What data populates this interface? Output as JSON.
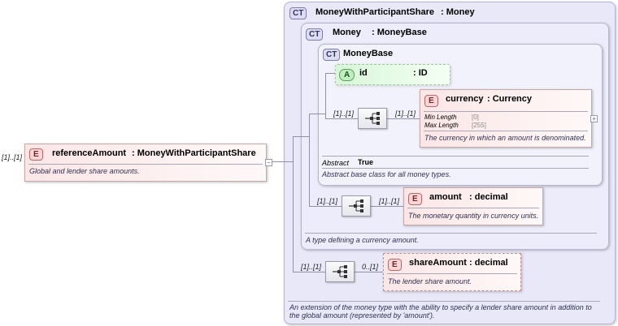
{
  "root": {
    "occurs": "[1]..[1]",
    "badge": "E",
    "name": "referenceAmount",
    "type": ": MoneyWithParticipantShare",
    "description": "Global and lender share amounts.",
    "expander": "−"
  },
  "outer": {
    "badge": "CT",
    "name": "MoneyWithParticipantShare",
    "type": ": Money",
    "description": "An extension of the money type with the ability to specify a lender share amount in addition to the global amount (represented by 'amount')."
  },
  "money": {
    "badge": "CT",
    "name": "Money",
    "type": ": MoneyBase",
    "description": "A type defining a currency amount."
  },
  "moneyBase": {
    "badge": "CT",
    "name": "MoneyBase",
    "abstract_label": "Abstract",
    "abstract_value": "True",
    "description": "Abstract base class for all money types."
  },
  "attribute_id": {
    "badge": "A",
    "name": "id",
    "type": ": ID"
  },
  "seq_moneybase": {
    "occurs": "[1]..[1]"
  },
  "currency": {
    "occurs": "[1]..[1]",
    "badge": "E",
    "name": "currency",
    "type": ": Currency",
    "facets": [
      {
        "label": "Min Length",
        "value": "[0]"
      },
      {
        "label": "Max Length",
        "value": "[255]"
      }
    ],
    "description": "The currency in which an amount is denominated.",
    "expander": "+"
  },
  "seq_money": {
    "occurs": "[1]..[1]"
  },
  "amount": {
    "occurs": "[1]..[1]",
    "badge": "E",
    "name": "amount",
    "type": ": decimal",
    "description": "The monetary quantity in currency units."
  },
  "seq_outer": {
    "occurs": "[1]..[1]"
  },
  "shareAmount": {
    "occurs": "0..[1]",
    "badge": "E",
    "name": "shareAmount",
    "type": ": decimal",
    "description": "The lender share amount."
  }
}
